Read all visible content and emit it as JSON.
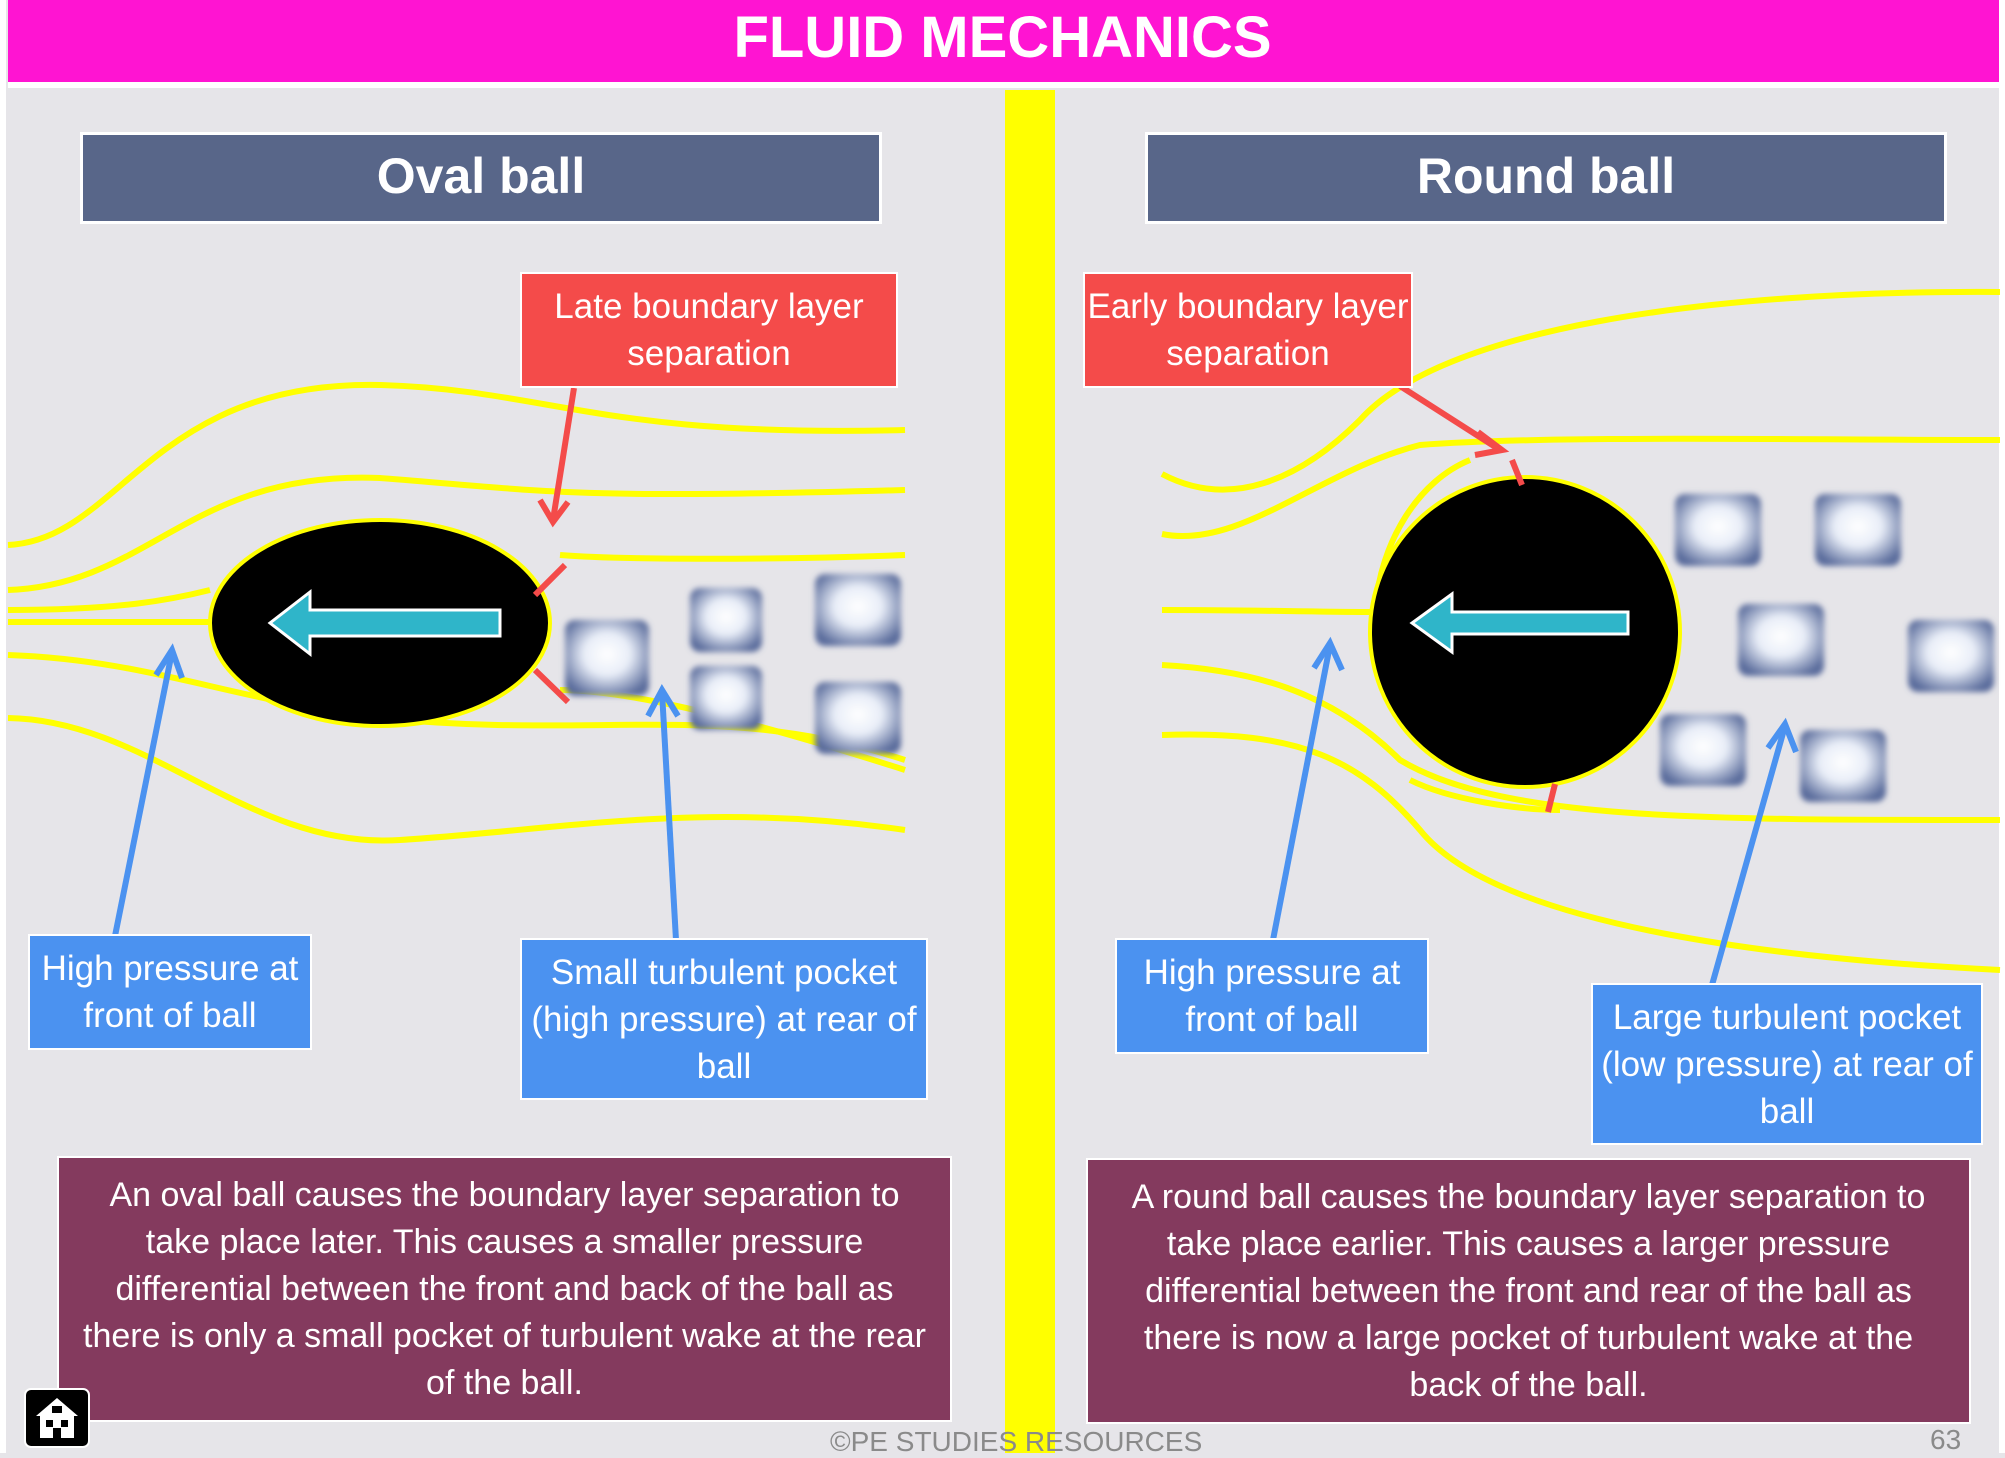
{
  "title": "FLUID MECHANICS",
  "left_panel": {
    "header": "Oval ball",
    "separation_label": "Late boundary layer separation",
    "front_label": "High pressure at front of ball",
    "rear_label": "Small turbulent pocket (high pressure) at rear of ball",
    "description": "An oval ball causes the boundary layer separation to take place later. This causes a smaller pressure differential between the front and back of the ball as there is only a small pocket of turbulent wake at the rear of the ball."
  },
  "right_panel": {
    "header": "Round ball",
    "separation_label": "Early boundary layer separation",
    "front_label": "High pressure at front of ball",
    "rear_label": "Large turbulent pocket (low pressure) at rear of ball",
    "description": "A round ball causes the boundary layer separation to take place earlier. This causes a larger pressure differential between the front and rear of the ball as there is now a large pocket of turbulent wake at the back of the ball."
  },
  "footer": "©PE STUDIES RESOURCES",
  "page_number": "63",
  "colors": {
    "title_bar": "#ff14d2",
    "header": "#586689",
    "red_label": "#f44b4a",
    "blue_label": "#4b92f0",
    "description": "#843a5e",
    "streamline": "#ffff00",
    "arrow": "#2fb5c9"
  }
}
